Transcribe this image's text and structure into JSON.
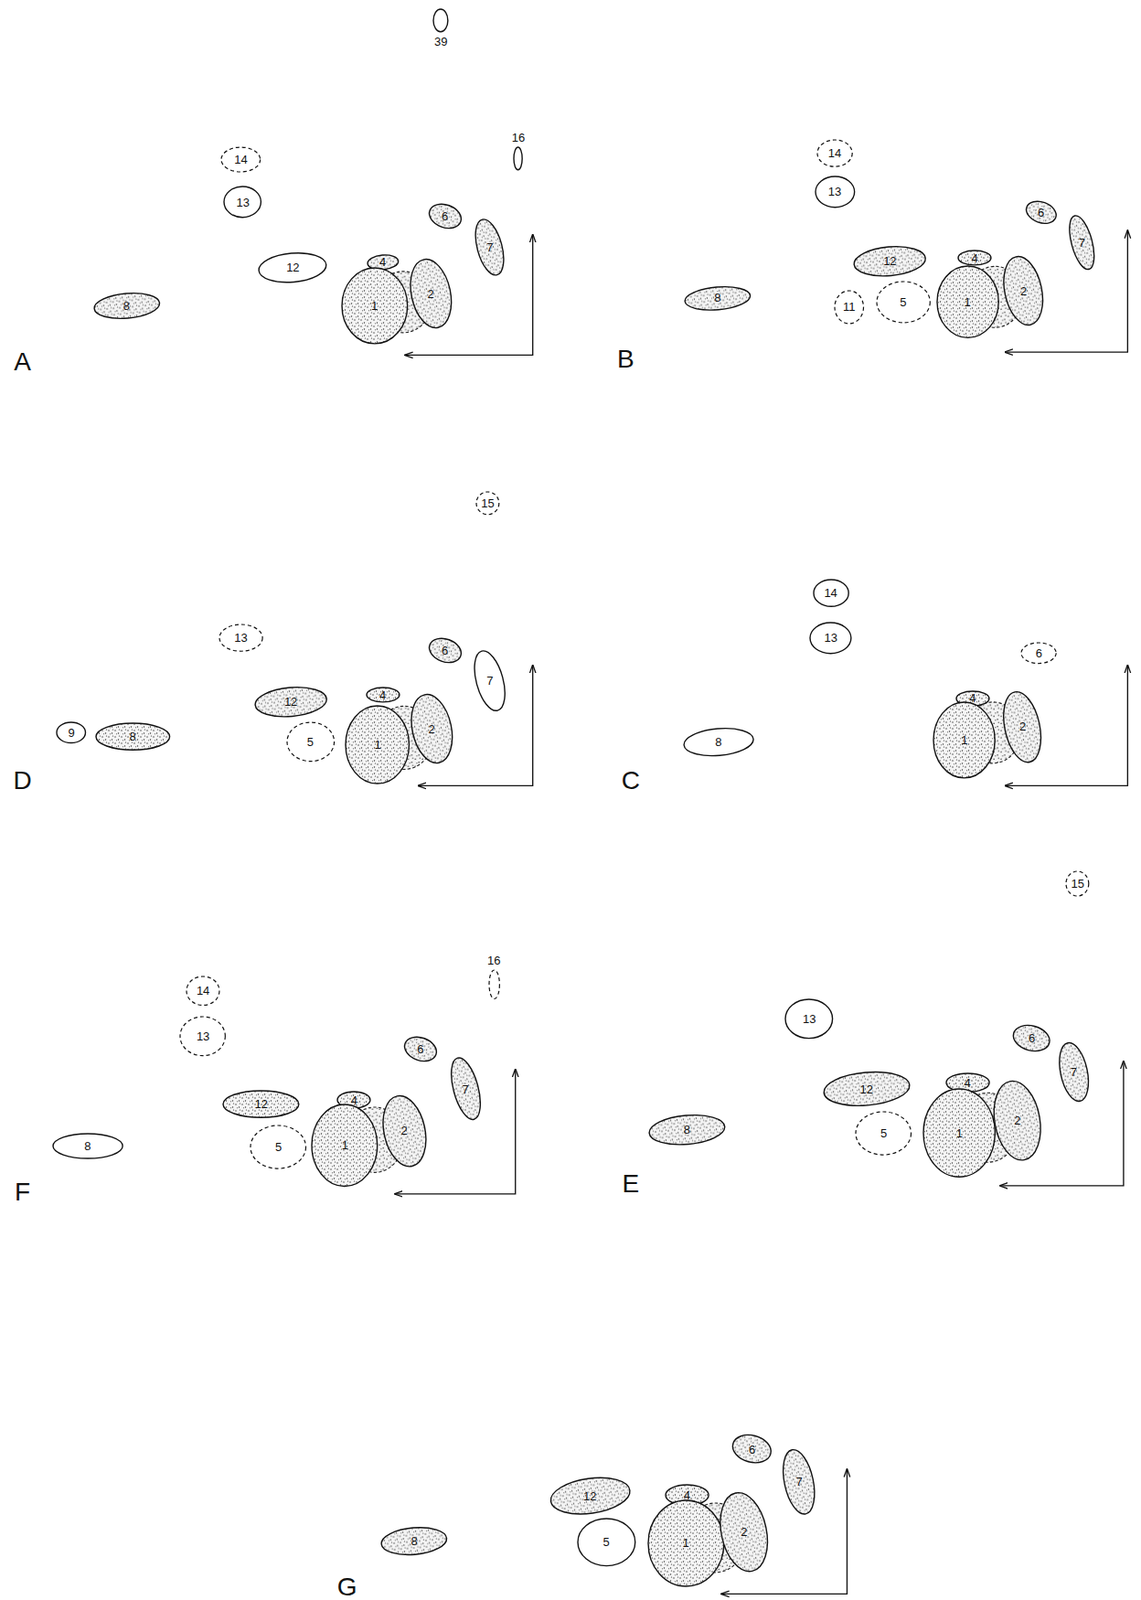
{
  "diagram": {
    "nodes": [
      {
        "text": [
          "39"
        ]
      },
      {
        "text": [
          "16"
        ]
      },
      {
        "text": [
          "14"
        ]
      },
      {
        "text": [
          "13"
        ]
      },
      {
        "text": [
          "12"
        ]
      },
      {
        "text": [
          "8"
        ]
      },
      {
        "text": [
          "6"
        ]
      },
      {
        "text": [
          "7"
        ]
      },
      {
        "text": [
          "4"
        ]
      },
      {
        "text": [
          "1"
        ]
      },
      {
        "text": [
          "2"
        ]
      },
      {
        "text": [
          "14"
        ]
      },
      {
        "text": [
          "13"
        ]
      },
      {
        "text": [
          "6"
        ]
      },
      {
        "text": [
          "7"
        ]
      },
      {
        "text": [
          "12"
        ]
      },
      {
        "text": [
          "4"
        ]
      },
      {
        "text": [
          "8"
        ]
      },
      {
        "text": [
          "11"
        ]
      },
      {
        "text": [
          "5"
        ]
      },
      {
        "text": [
          "1"
        ]
      },
      {
        "text": [
          "2"
        ]
      },
      {
        "text": [
          "15"
        ]
      },
      {
        "text": [
          "13"
        ]
      },
      {
        "text": [
          "6"
        ]
      },
      {
        "text": [
          "7"
        ]
      },
      {
        "text": [
          "12"
        ]
      },
      {
        "text": [
          "4"
        ]
      },
      {
        "text": [
          "9"
        ]
      },
      {
        "text": [
          "8"
        ]
      },
      {
        "text": [
          "5"
        ]
      },
      {
        "text": [
          "1"
        ]
      },
      {
        "text": [
          "2"
        ]
      },
      {
        "text": [
          "14"
        ]
      },
      {
        "text": [
          "13"
        ]
      },
      {
        "text": [
          "6"
        ]
      },
      {
        "text": [
          "4"
        ]
      },
      {
        "text": [
          "8"
        ]
      },
      {
        "text": [
          "1"
        ]
      },
      {
        "text": [
          "2"
        ]
      },
      {
        "text": [
          "14"
        ]
      },
      {
        "text": [
          "16"
        ]
      },
      {
        "text": [
          "13"
        ]
      },
      {
        "text": [
          "6"
        ]
      },
      {
        "text": [
          "7"
        ]
      },
      {
        "text": [
          "12"
        ]
      },
      {
        "text": [
          "4"
        ]
      },
      {
        "text": [
          "8"
        ]
      },
      {
        "text": [
          "5"
        ]
      },
      {
        "text": [
          "1"
        ]
      },
      {
        "text": [
          "2"
        ]
      },
      {
        "text": [
          "15"
        ]
      },
      {
        "text": [
          "13"
        ]
      },
      {
        "text": [
          "6"
        ]
      },
      {
        "text": [
          "7"
        ]
      },
      {
        "text": [
          "12"
        ]
      },
      {
        "text": [
          "4"
        ]
      },
      {
        "text": [
          "8"
        ]
      },
      {
        "text": [
          "5"
        ]
      },
      {
        "text": [
          "1"
        ]
      },
      {
        "text": [
          "2"
        ]
      },
      {
        "text": [
          "6"
        ]
      },
      {
        "text": [
          "7"
        ]
      },
      {
        "text": [
          "12"
        ]
      },
      {
        "text": [
          "4"
        ]
      },
      {
        "text": [
          "8"
        ]
      },
      {
        "text": [
          "5"
        ]
      },
      {
        "text": [
          "1"
        ]
      },
      {
        "text": [
          "2"
        ]
      }
    ],
    "labels": [
      "A",
      "B",
      "D",
      "C",
      "F",
      "E",
      "G"
    ]
  }
}
